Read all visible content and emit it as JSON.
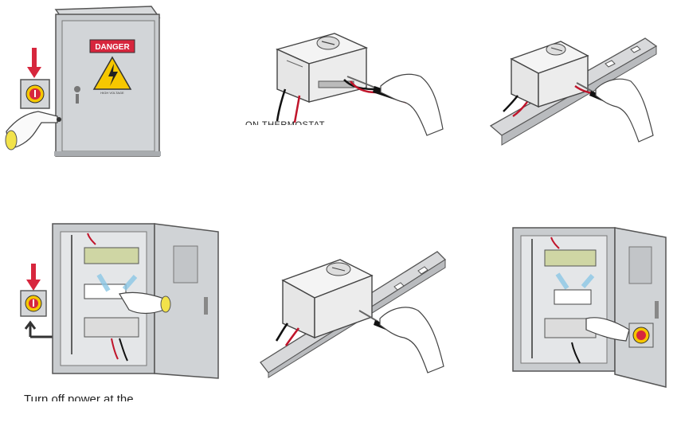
{
  "panels": [
    {
      "id": "step-1",
      "danger_sign": "DANGER",
      "warning_text": "HIGH VOLTAGE"
    },
    {
      "id": "step-2"
    },
    {
      "id": "step-3"
    },
    {
      "id": "step-4"
    },
    {
      "id": "step-5"
    },
    {
      "id": "step-6"
    }
  ],
  "cut_label": "ON THERMOSTAT",
  "caption": "Turn off power at the"
}
